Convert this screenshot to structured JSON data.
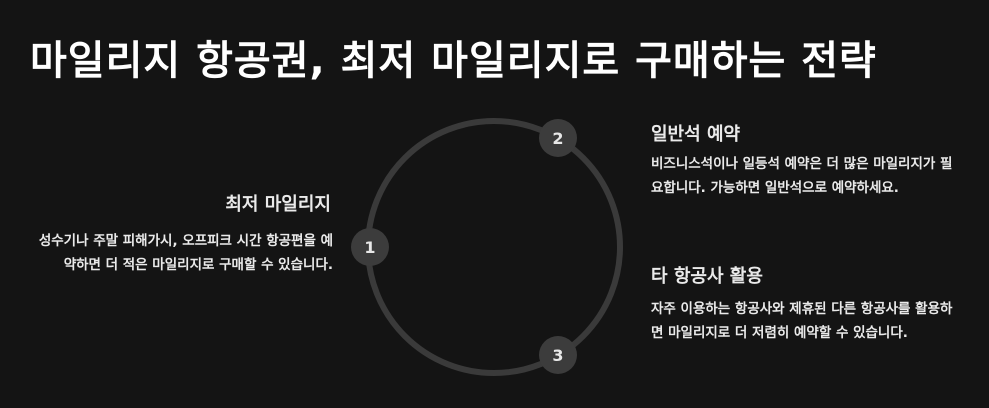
{
  "title": "마일리지 항공권, 최저 마일리지로 구매하는 전략",
  "steps": [
    {
      "number": "1",
      "heading": "최저 마일리지",
      "body": "성수기나 주말 피해가시, 오프피크 시간 항공편을 예약하면 더 적은 마일리지로 구매할 수 있습니다."
    },
    {
      "number": "2",
      "heading": "일반석 예약",
      "body": "비즈니스석이나 일등석 예약은 더 많은 마일리지가 필요합니다. 가능하면 일반석으로 예약하세요."
    },
    {
      "number": "3",
      "heading": "타 항공사 활용",
      "body": "자주 이용하는 항공사와 제휴된 다른 항공사를 활용하면 마일리지로 더 저렴히 예약할 수 있습니다."
    }
  ],
  "colors": {
    "background": "#141414",
    "ring": "#3a3a3a",
    "node": "#3c3c3c",
    "text": "#eaeaea"
  }
}
